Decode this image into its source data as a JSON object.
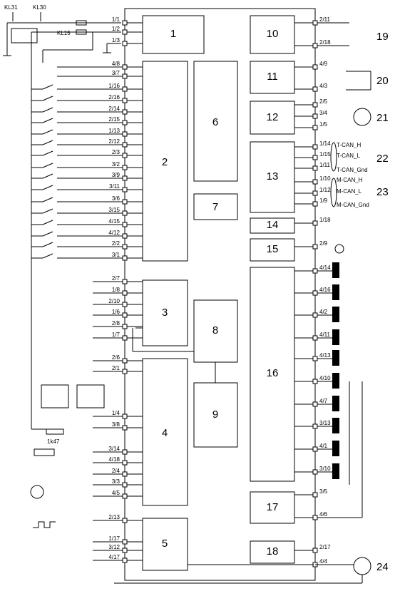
{
  "supply": {
    "kl31": "KL31",
    "kl30": "KL30",
    "kl15": "KL15",
    "resistor": "1k47"
  },
  "blocks": [
    "1",
    "2",
    "3",
    "4",
    "5",
    "6",
    "7",
    "8",
    "9",
    "10",
    "11",
    "12",
    "13",
    "14",
    "15",
    "16",
    "17",
    "18"
  ],
  "numbers": [
    "19",
    "20",
    "21",
    "22",
    "23",
    "24"
  ],
  "left_pins": [
    "1/1",
    "1/2",
    "1/3",
    "4/8",
    "3/7",
    "1/16",
    "2/16",
    "2/14",
    "2/15",
    "1/13",
    "2/12",
    "2/3",
    "3/2",
    "3/9",
    "3/11",
    "3/6",
    "3/15",
    "4/15",
    "4/12",
    "2/2",
    "3/1",
    "2/7",
    "1/8",
    "2/10",
    "1/6",
    "2/8",
    "1/7",
    "2/6",
    "2/1",
    "1/4",
    "3/8",
    "3/14",
    "4/18",
    "2/4",
    "3/3",
    "4/5",
    "2/13",
    "1/17",
    "3/12",
    "4/17"
  ],
  "right_pins": [
    "2/11",
    "2/18",
    "4/9",
    "4/3",
    "2/5",
    "3/4",
    "1/5",
    "1/14",
    "1/15",
    "1/11",
    "1/10",
    "1/12",
    "1/9",
    "1/18",
    "2/9",
    "4/14",
    "4/16",
    "4/2",
    "4/11",
    "4/13",
    "4/10",
    "4/7",
    "3/13",
    "4/1",
    "3/10",
    "3/5",
    "4/6",
    "2/17",
    "4/4"
  ],
  "can": [
    "T-CAN_H",
    "T-CAN_L",
    "T-CAN_Gnd",
    "M-CAN_H",
    "M-CAN_L",
    "M-CAN_Gnd"
  ]
}
